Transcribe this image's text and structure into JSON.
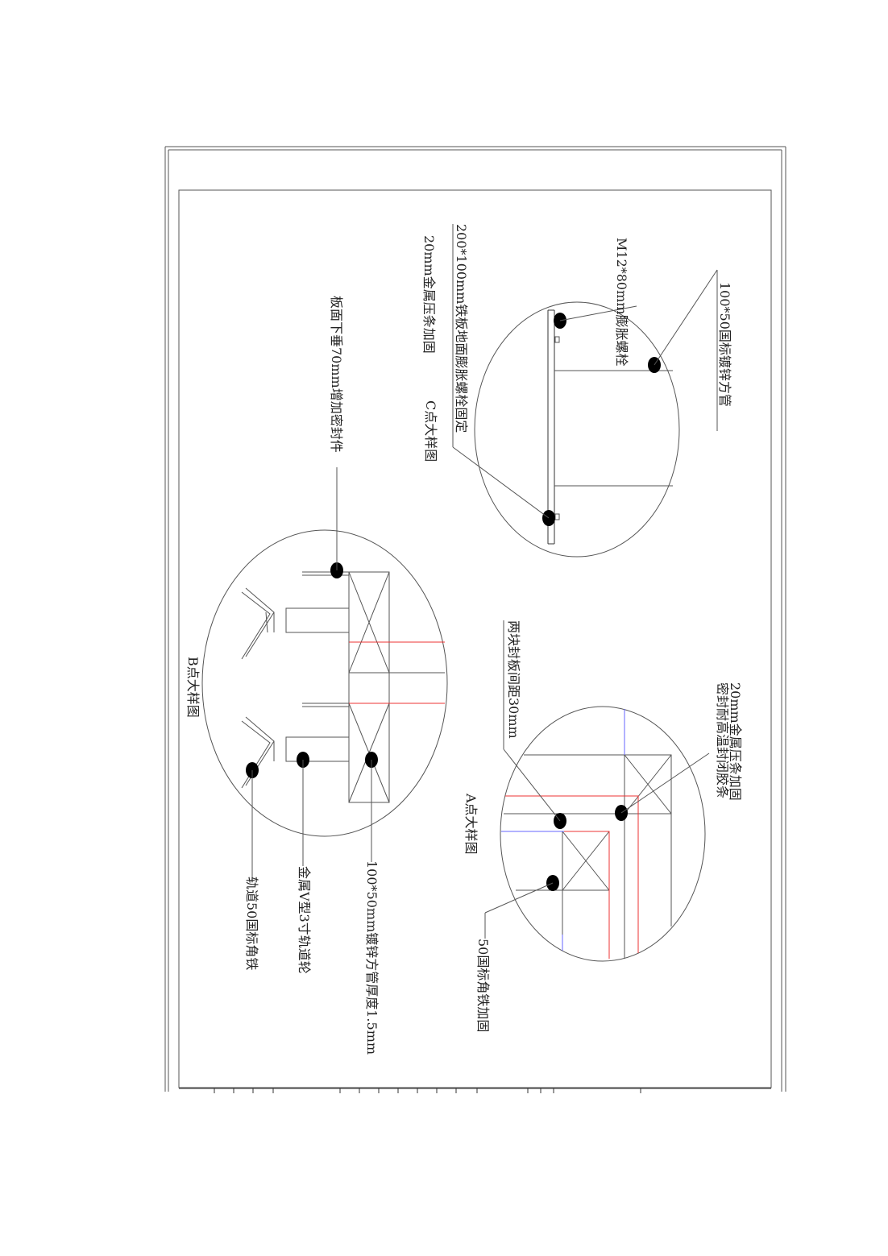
{
  "drawing": {
    "detail_c": {
      "title": "C点大样图",
      "labels": {
        "square_tube": "100*50国标镀锌方管",
        "bolt": "M12*80mm膨胀螺栓",
        "plate": "200*100mm铁板地面膨胀螺栓固定",
        "strip": "20mm金属压条加固"
      }
    },
    "detail_b": {
      "title": "B点大样图",
      "labels": {
        "seal": "板面下垂70mm增加密封件",
        "tube": "100*50mm镀锌方管厚度1.5mm",
        "wheel": "金属V型3寸轨道轮",
        "rail": "轨道50国标角铁"
      }
    },
    "detail_a": {
      "title": "A点大样图",
      "labels": {
        "gap": "两块封板间距30mm",
        "strip": "20mm金属压条加固",
        "gasket": "密封耐高温封闭胶条",
        "angle": "50国标角铁加固"
      }
    },
    "colors": {
      "line": "#555555",
      "red": "#ee3333",
      "blue": "#6666ff"
    }
  }
}
